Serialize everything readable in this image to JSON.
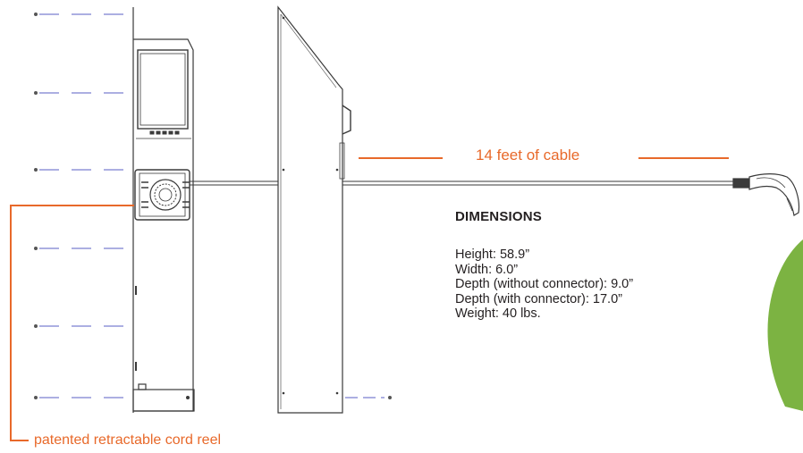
{
  "cable_label": "14 feet of cable",
  "reel_label": "patented retractable cord reel",
  "dimensions": {
    "title": "DIMENSIONS",
    "items": [
      "Height: 58.9”",
      "Width: 6.0”",
      "Depth (without connector): 9.0”",
      "Depth (with connector): 17.0”",
      "Weight: 40 lbs."
    ]
  },
  "colors": {
    "accent": "#e8692a",
    "dash": "#7b7fd0",
    "line": "#3a3a3a",
    "leaf": "#7cb342"
  }
}
